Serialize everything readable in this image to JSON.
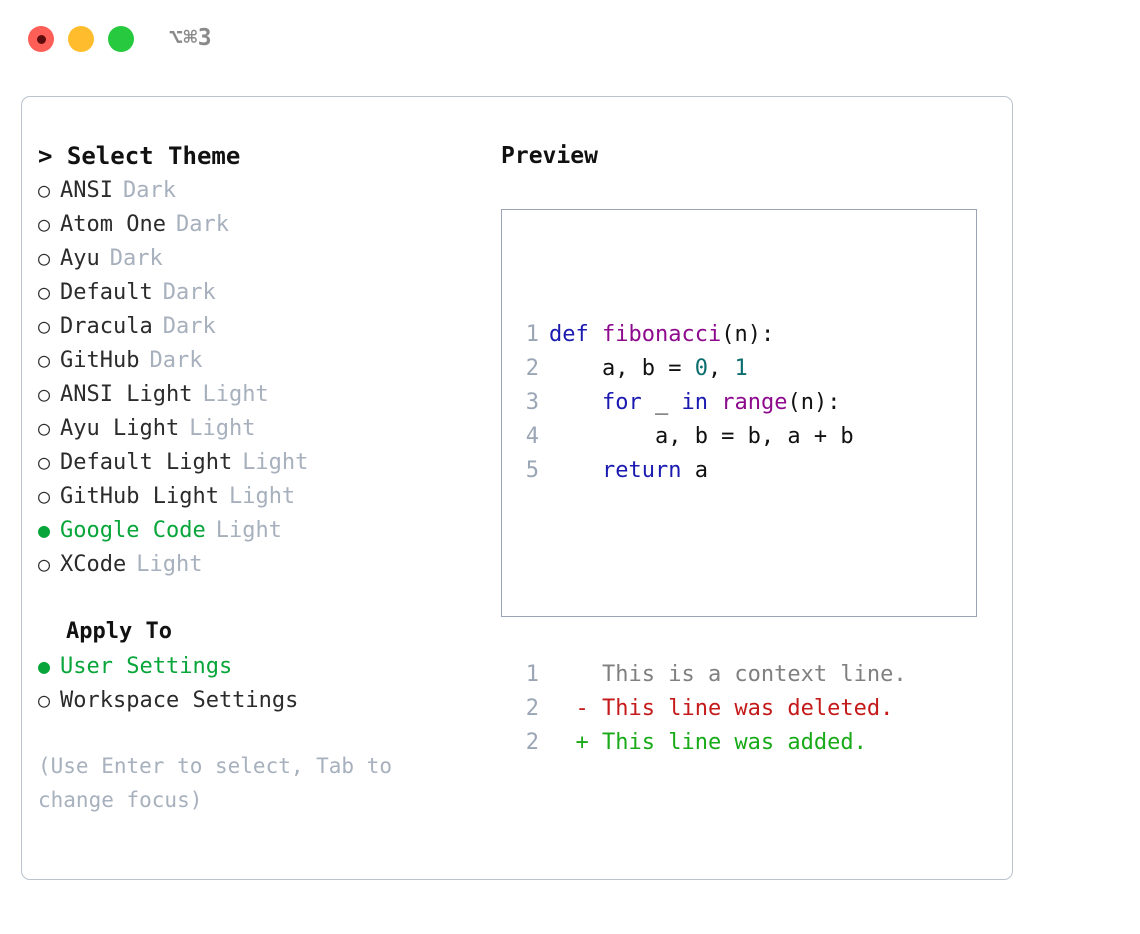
{
  "window": {
    "title": "⌥⌘3",
    "lights": [
      "close-red",
      "minimize-yellow",
      "zoom-green"
    ]
  },
  "theme_picker": {
    "heading": "> Select Theme",
    "options": [
      {
        "marker": "○",
        "name": "ANSI",
        "kind": "Dark",
        "selected": false
      },
      {
        "marker": "○",
        "name": "Atom One",
        "kind": "Dark",
        "selected": false
      },
      {
        "marker": "○",
        "name": "Ayu",
        "kind": "Dark",
        "selected": false
      },
      {
        "marker": "○",
        "name": "Default",
        "kind": "Dark",
        "selected": false
      },
      {
        "marker": "○",
        "name": "Dracula",
        "kind": "Dark",
        "selected": false
      },
      {
        "marker": "○",
        "name": "GitHub",
        "kind": "Dark",
        "selected": false
      },
      {
        "marker": "○",
        "name": "ANSI Light",
        "kind": "Light",
        "selected": false
      },
      {
        "marker": "○",
        "name": "Ayu Light",
        "kind": "Light",
        "selected": false
      },
      {
        "marker": "○",
        "name": "Default Light",
        "kind": "Light",
        "selected": false
      },
      {
        "marker": "○",
        "name": "GitHub Light",
        "kind": "Light",
        "selected": false
      },
      {
        "marker": "●",
        "name": "Google Code",
        "kind": "Light",
        "selected": true
      },
      {
        "marker": "○",
        "name": "XCode",
        "kind": "Light",
        "selected": false
      }
    ]
  },
  "apply_to": {
    "heading": "Apply To",
    "options": [
      {
        "marker": "●",
        "name": "User Settings",
        "selected": true
      },
      {
        "marker": "○",
        "name": "Workspace Settings",
        "selected": false
      }
    ]
  },
  "hint": "(Use Enter to select, Tab to change focus)",
  "preview": {
    "title": "Preview",
    "code_lines": [
      {
        "num": "1",
        "tokens": [
          {
            "t": "def",
            "c": "kw"
          },
          {
            "t": " ",
            "c": "pl"
          },
          {
            "t": "fibonacci",
            "c": "fn"
          },
          {
            "t": "(n):",
            "c": "pl"
          }
        ]
      },
      {
        "num": "2",
        "tokens": [
          {
            "t": "    a, b = ",
            "c": "pl"
          },
          {
            "t": "0",
            "c": "num"
          },
          {
            "t": ", ",
            "c": "pl"
          },
          {
            "t": "1",
            "c": "num"
          }
        ]
      },
      {
        "num": "3",
        "tokens": [
          {
            "t": "    ",
            "c": "pl"
          },
          {
            "t": "for",
            "c": "kw"
          },
          {
            "t": " _ ",
            "c": "pl"
          },
          {
            "t": "in",
            "c": "kw"
          },
          {
            "t": " ",
            "c": "pl"
          },
          {
            "t": "range",
            "c": "fn"
          },
          {
            "t": "(n):",
            "c": "pl"
          }
        ]
      },
      {
        "num": "4",
        "tokens": [
          {
            "t": "        a, b = b, a + b",
            "c": "pl"
          }
        ]
      },
      {
        "num": "5",
        "tokens": [
          {
            "t": "    ",
            "c": "pl"
          },
          {
            "t": "return",
            "c": "kw"
          },
          {
            "t": " a",
            "c": "pl"
          }
        ]
      }
    ],
    "diff_lines": [
      {
        "num": "1",
        "sign": " ",
        "text": "This is a context line.",
        "cls": "ctx"
      },
      {
        "num": "2",
        "sign": "-",
        "text": "This line was deleted.",
        "cls": "del"
      },
      {
        "num": "2",
        "sign": "+",
        "text": "This line was added.",
        "cls": "add"
      }
    ]
  },
  "colors": {
    "accent_green": "#08a63a",
    "muted": "#a7b0bd",
    "border": "#b9c2cd",
    "preview_border": "#9aa6b5",
    "keyword_blue": "#1a1ab0",
    "function_purple": "#8d0a8d",
    "number_teal": "#0b6d6d",
    "diff_delete_red": "#c41a1a",
    "diff_add_green": "#18aa18",
    "traffic_red": "#ff5f57",
    "traffic_yellow": "#ffbd2e",
    "traffic_green": "#27c93f"
  }
}
